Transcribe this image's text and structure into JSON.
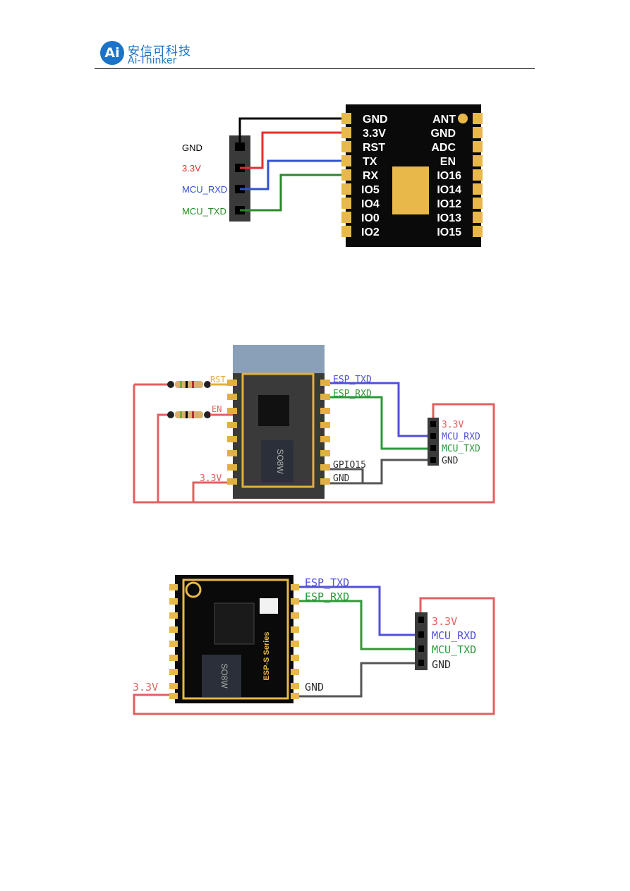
{
  "header": {
    "logo_mark": "Ai",
    "company_cn": "安信可科技",
    "company_en": "Ai-Thinker"
  },
  "diagram1": {
    "connector_labels": [
      "GND",
      "3.3V",
      "MCU_RXD",
      "MCU_TXD"
    ],
    "module_left_pins": [
      "GND",
      "3.3V",
      "RST",
      "TX",
      "RX",
      "IO5",
      "IO4",
      "IO0",
      "IO2"
    ],
    "module_right_pins": [
      "ANT",
      "GND",
      "ADC",
      "EN",
      "IO16",
      "IO14",
      "IO12",
      "IO13",
      "IO15"
    ],
    "colors": {
      "gnd": "#000000",
      "vcc": "#e03030",
      "rxd": "#3050d0",
      "txd": "#2a8a2a"
    }
  },
  "diagram2": {
    "resistor_labels": [
      "RST",
      "EN"
    ],
    "signal_labels": [
      "ESP_TXD",
      "ESP_RXD",
      "GPIO15",
      "GND",
      "3.3V"
    ],
    "connector_labels": [
      "3.3V",
      "MCU_RXD",
      "MCU_TXD",
      "GND"
    ],
    "chip_marking": "SO8W"
  },
  "diagram3": {
    "signal_labels": [
      "ESP_TXD",
      "ESP_RXD",
      "GND",
      "3.3V"
    ],
    "connector_labels": [
      "3.3V",
      "MCU_RXD",
      "MCU_TXD",
      "GND"
    ],
    "chip_marking": "SO8W",
    "module_label": "ESP-S Series"
  }
}
